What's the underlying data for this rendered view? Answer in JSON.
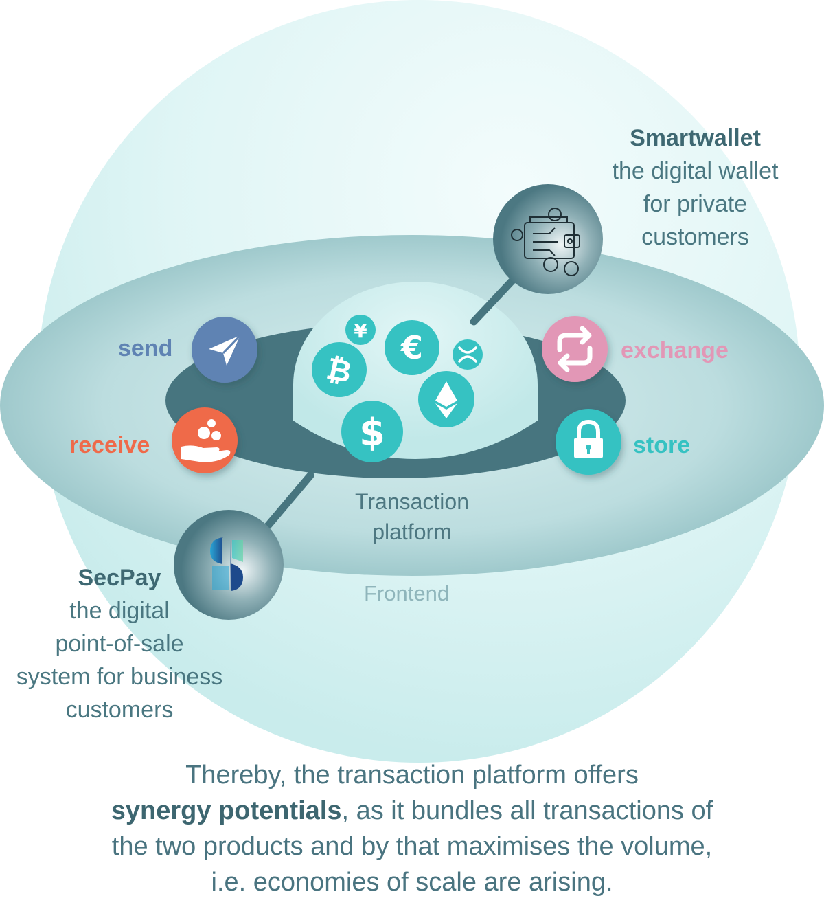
{
  "colors": {
    "send": "#5f83b3",
    "receive": "#ef6a4a",
    "exchange": "#e297b6",
    "store": "#36c2c2",
    "coin": "#36c2c2",
    "platform": "#47757f",
    "text": "#4a7480"
  },
  "actions": {
    "send": {
      "label": "send",
      "icon": "paper-plane-icon"
    },
    "receive": {
      "label": "receive",
      "icon": "hand-with-coins-icon"
    },
    "exchange": {
      "label": "exchange",
      "icon": "swap-arrows-icon"
    },
    "store": {
      "label": "store",
      "icon": "padlock-icon"
    }
  },
  "coins": [
    {
      "symbol": "¥",
      "icon": "yen-coin-icon"
    },
    {
      "symbol": "€",
      "icon": "euro-coin-icon"
    },
    {
      "symbol": "₿",
      "icon": "bitcoin-coin-icon"
    },
    {
      "symbol": "$",
      "icon": "dollar-coin-icon"
    },
    {
      "symbol": "",
      "icon": "ripple-coin-icon"
    },
    {
      "symbol": "",
      "icon": "ethereum-coin-icon"
    }
  ],
  "smartwallet": {
    "name": "Smartwallet",
    "description_lines": [
      "the digital wallet",
      "for private",
      "customers"
    ],
    "icon": "digital-wallet-icon"
  },
  "secpay": {
    "name": "SecPay",
    "description_lines": [
      "the digital",
      "point-of-sale",
      "system for business",
      "customers"
    ],
    "icon": "secpay-logo-icon"
  },
  "platform_label_lines": [
    "Transaction",
    "platform"
  ],
  "frontend_label": "Frontend",
  "summary": {
    "line1": "Thereby, the transaction platform offers",
    "highlight": "synergy potentials",
    "line2_rest": ", as it bundles all transactions of",
    "line3": "the two products and by that maximises the volume,",
    "line4": "i.e. economies of scale are arising."
  }
}
